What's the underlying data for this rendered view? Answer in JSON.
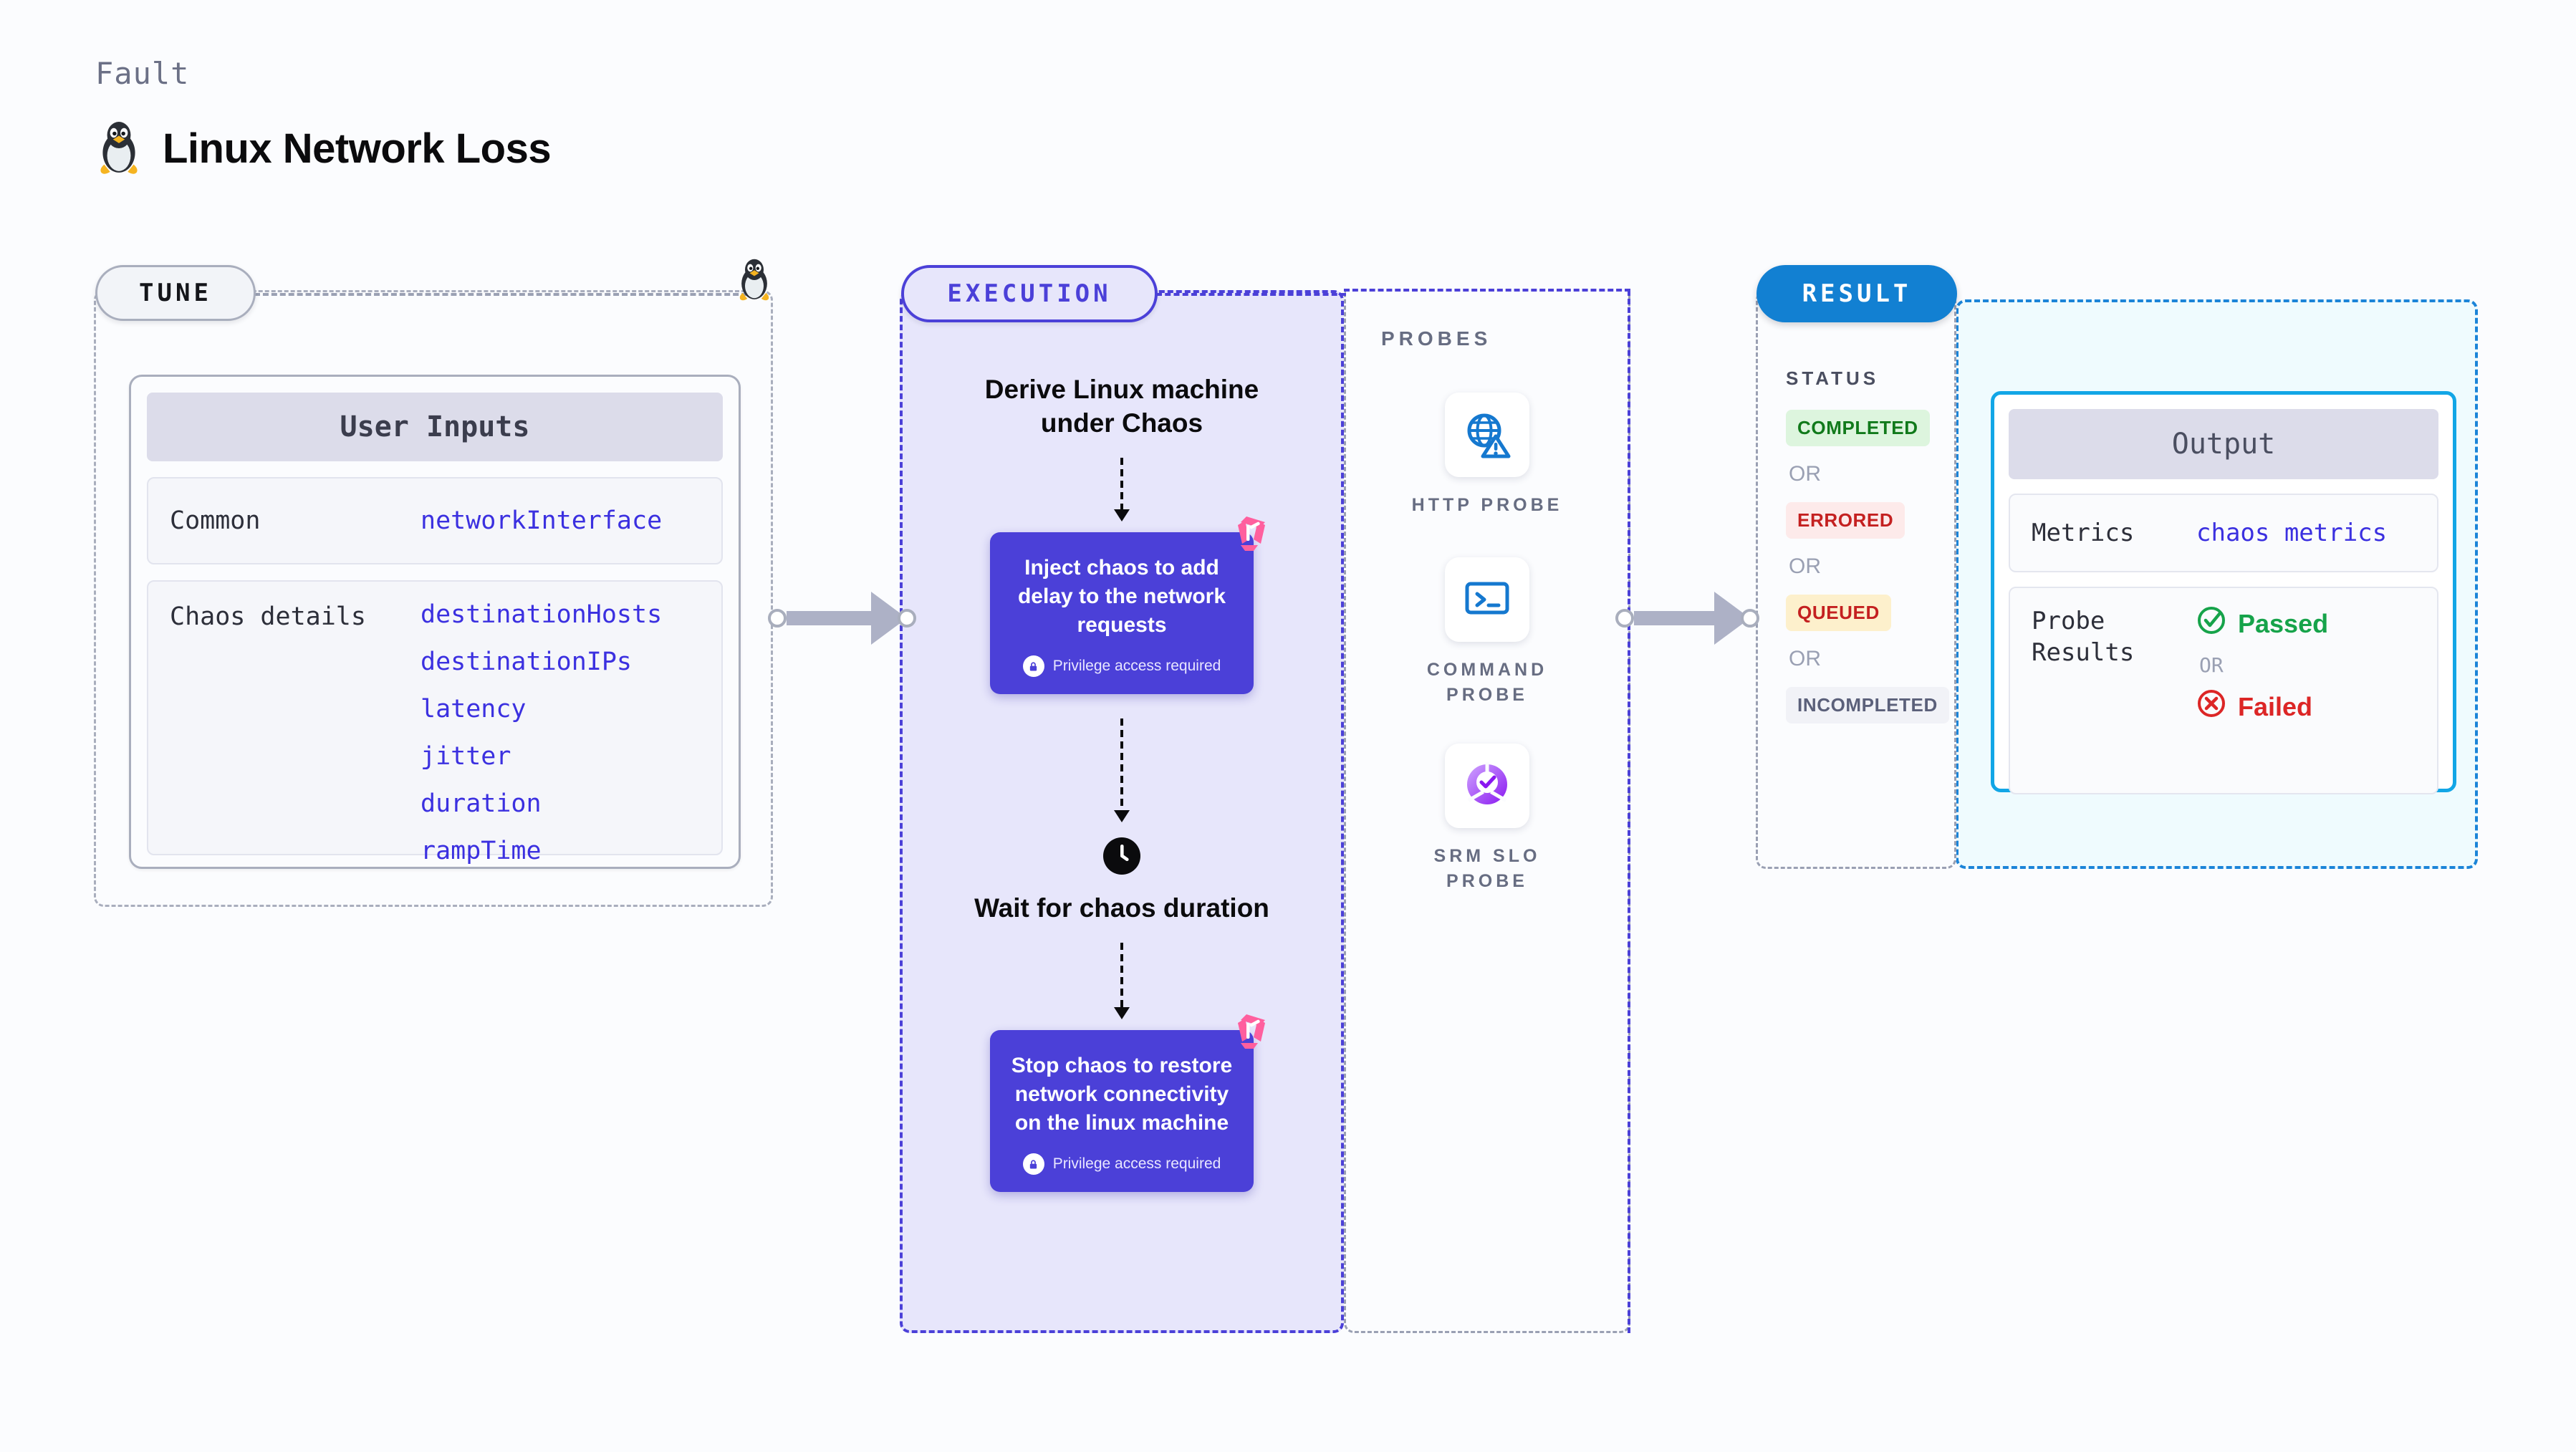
{
  "header": {
    "eyebrow": "Fault",
    "title": "Linux Network Loss",
    "icon": "linux-penguin-icon"
  },
  "tune": {
    "pill_label": "TUNE",
    "card_title": "User Inputs",
    "rows": [
      {
        "label": "Common",
        "values": [
          "networkInterface"
        ]
      },
      {
        "label": "Chaos details",
        "values": [
          "destinationHosts",
          "destinationIPs",
          "latency",
          "jitter",
          "duration",
          "rampTime"
        ]
      }
    ]
  },
  "execution": {
    "pill_label": "EXECUTION",
    "step_title": "Derive Linux machine under Chaos",
    "cards": [
      {
        "text": "Inject chaos to add delay to the network requests",
        "privilege_note": "Privilege access required",
        "icon": "harness-logo-icon"
      },
      {
        "text": "Stop chaos to restore network connectivity on the linux machine",
        "privilege_note": "Privilege access required",
        "icon": "harness-logo-icon"
      }
    ],
    "wait_title": "Wait for chaos duration",
    "wait_icon": "clock-icon"
  },
  "probes": {
    "label": "PROBES",
    "items": [
      {
        "name": "HTTP PROBE",
        "icon": "globe-warning-icon"
      },
      {
        "name": "COMMAND PROBE",
        "icon": "terminal-icon"
      },
      {
        "name": "SRM SLO PROBE",
        "icon": "slo-donut-check-icon"
      }
    ]
  },
  "result": {
    "pill_label": "RESULT",
    "status_label": "STATUS",
    "or_label": "OR",
    "statuses": [
      {
        "text": "COMPLETED",
        "style": "completed"
      },
      {
        "text": "ERRORED",
        "style": "errored"
      },
      {
        "text": "QUEUED",
        "style": "queued"
      },
      {
        "text": "INCOMPLETED",
        "style": "incomplete"
      }
    ]
  },
  "output": {
    "card_title": "Output",
    "metrics_label": "Metrics",
    "metrics_value": "chaos metrics",
    "probe_results_label": "Probe Results",
    "or_label": "OR",
    "passed_text": "Passed",
    "failed_text": "Failed",
    "passed_icon": "check-circle-icon",
    "failed_icon": "x-circle-icon"
  },
  "colors": {
    "accent_purple": "#4b40d8",
    "accent_blue": "#1280d2",
    "accent_cyan": "#12a6e6",
    "passed_green": "#16a34a",
    "failed_red": "#dc2626",
    "harness_pink": "#ff5f9e",
    "mono_value_blue": "#3b30e0",
    "page_bg": "#fbfcfe"
  }
}
